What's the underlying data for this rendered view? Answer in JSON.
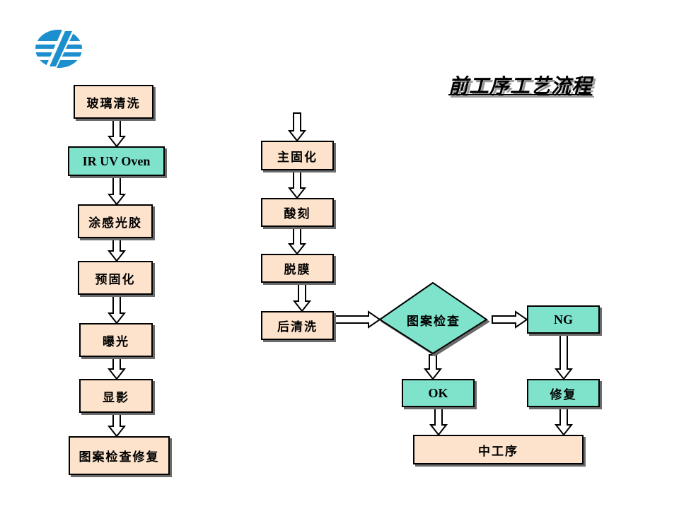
{
  "title": "前工序工艺流程",
  "colors": {
    "process": "#fde3cc",
    "highlight": "#7fe3cc",
    "logo_blue": "#1d8fce"
  },
  "logo": {
    "icon": "company-logo-icon"
  },
  "left_column": [
    {
      "id": "boli",
      "label": "玻璃清洗"
    },
    {
      "id": "iruv",
      "label": "IR UV Oven"
    },
    {
      "id": "tugan",
      "label": "涂感光胶"
    },
    {
      "id": "yugu",
      "label": "预固化"
    },
    {
      "id": "baoguang",
      "label": "曝光"
    },
    {
      "id": "xianying",
      "label": "显影"
    },
    {
      "id": "jianxiu",
      "label": "图案检查修复"
    }
  ],
  "middle_column": [
    {
      "id": "zhugu",
      "label": "主固化"
    },
    {
      "id": "suanke",
      "label": "酸刻"
    },
    {
      "id": "tuomo",
      "label": "脱膜"
    },
    {
      "id": "houqing",
      "label": "后清洗"
    }
  ],
  "decision": {
    "label": "图案检查"
  },
  "branches": {
    "ng": "NG",
    "ok": "OK",
    "repair": "修复",
    "next": "中工序"
  }
}
